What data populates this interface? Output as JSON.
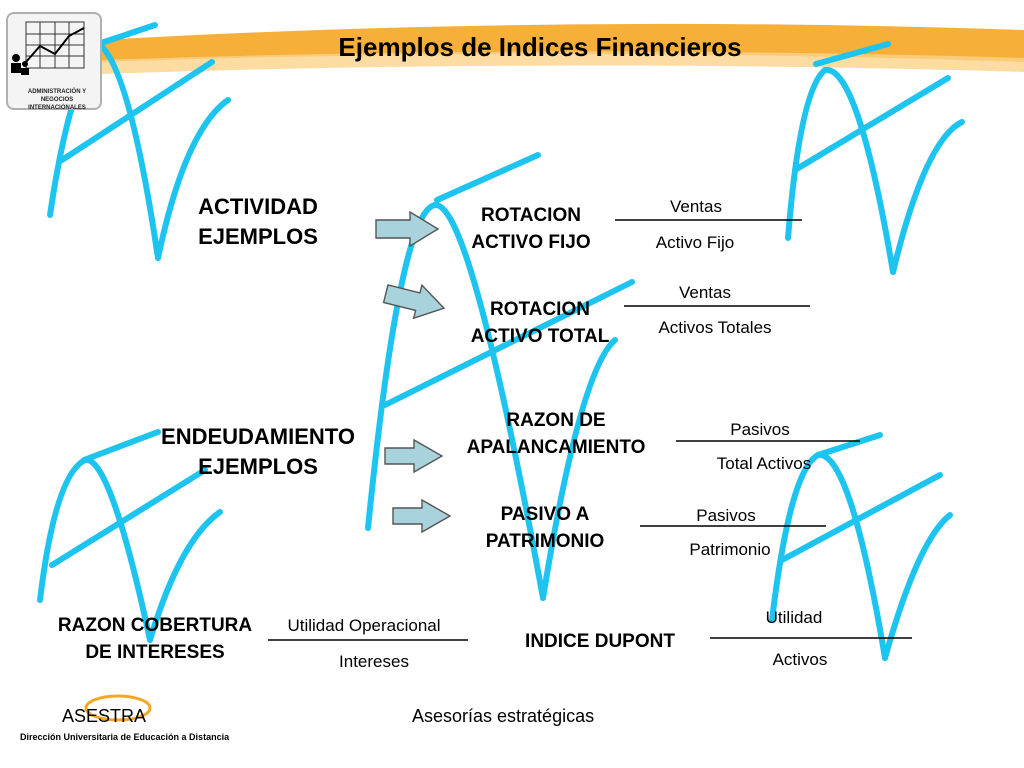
{
  "slide": {
    "title": "Ejemplos de Indices Financieros",
    "footer_center": "Asesorías estratégicas",
    "footer_logo_text": "ASESTRA",
    "footer_logo_subtitle": "Dirección Universitaria de Educación a Distancia"
  },
  "logo": {
    "label_line1": "ADMINISTRACIÓN Y",
    "label_line2": "NEGOCIOS INTERNACIONALES"
  },
  "categories": {
    "actividad": {
      "line1": "ACTIVIDAD",
      "line2": "EJEMPLOS"
    },
    "endeudamiento": {
      "line1": "ENDEUDAMIENTO",
      "line2": "EJEMPLOS"
    }
  },
  "ratios": [
    {
      "name_line1": "ROTACION",
      "name_line2": "ACTIVO FIJO",
      "numerator": "Ventas",
      "denominator": "Activo Fijo"
    },
    {
      "name_line1": "ROTACION",
      "name_line2": "ACTIVO TOTAL",
      "numerator": "Ventas",
      "denominator": "Activos Totales"
    },
    {
      "name_line1": "RAZON DE",
      "name_line2": "APALANCAMIENTO",
      "numerator": "Pasivos",
      "denominator": "Total Activos"
    },
    {
      "name_line1": "PASIVO A",
      "name_line2": "PATRIMONIO",
      "numerator": "Pasivos",
      "denominator": "Patrimonio"
    }
  ],
  "bottom": {
    "cobertura": {
      "name_line1": "RAZON COBERTURA",
      "name_line2": "DE INTERESES",
      "numerator": "Utilidad Operacional",
      "denominator": "Intereses"
    },
    "dupont": {
      "name": "INDICE DUPONT",
      "numerator": "Utilidad",
      "denominator": "Activos"
    }
  },
  "colors": {
    "accent_swoosh": "#f5a623",
    "decor_stroke": "#1ec4f0",
    "arrow_fill": "#a9d3dc",
    "arrow_stroke": "#555555"
  }
}
